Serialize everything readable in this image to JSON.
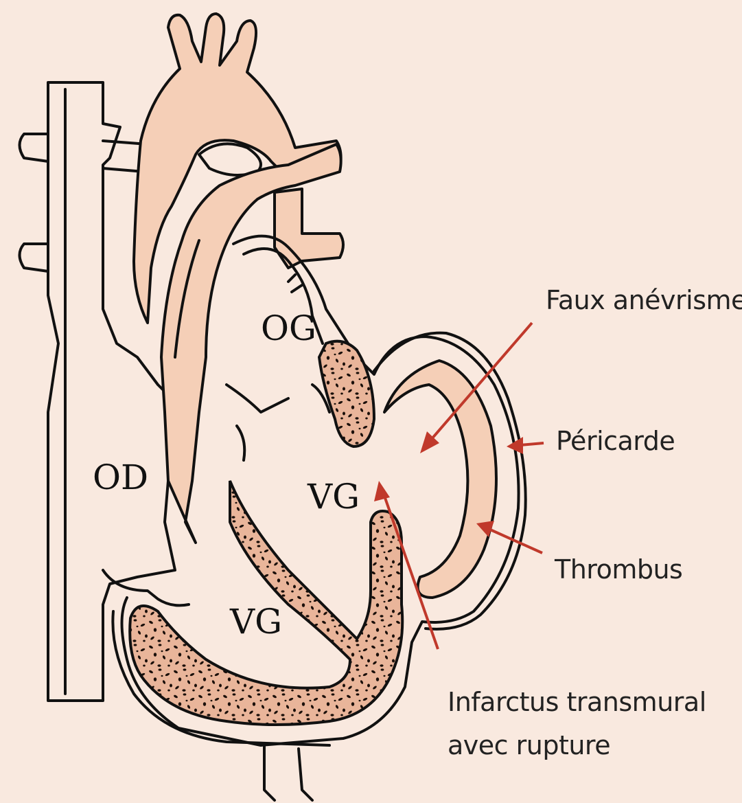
{
  "chambers": {
    "od": "OD",
    "og": "OG",
    "vg_upper": "VG",
    "vg_lower": "VG"
  },
  "labels": {
    "faux_anevrisme": "Faux anévrisme",
    "pericarde": "Péricarde",
    "thrombus": "Thrombus",
    "infarctus_line1": "Infarctus transmural",
    "infarctus_line2": "avec rupture"
  },
  "colors": {
    "background": "#f9e9df",
    "tissue": "#f5cfb7",
    "outline": "#111111",
    "arrow": "#c0392b",
    "infarct_speckle": "#1a0f0a"
  }
}
